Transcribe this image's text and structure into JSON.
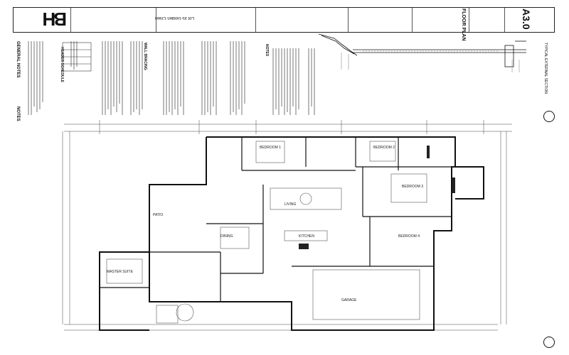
{
  "titleblock": {
    "sheet_title": "FLOOR PLAN",
    "sheet_number": "A3.0",
    "project": "Lot 35 Golden Creek",
    "logo": "BH"
  },
  "notes": {
    "general_heading": "GENERAL NOTES",
    "notes_heading": "NOTES",
    "header_schedule": "HEADER SCHEDULE",
    "wall_bracing": "WALL BRACING",
    "detail_note": "NOTES"
  },
  "detail": {
    "label": "TYPICAL EXTERNAL SECTION"
  },
  "rooms": [
    {
      "name": "BEDROOM 1",
      "id": "r1"
    },
    {
      "name": "BEDROOM 2",
      "id": "r2"
    },
    {
      "name": "BEDROOM 3",
      "id": "r3"
    },
    {
      "name": "BEDROOM 4",
      "id": "r4"
    },
    {
      "name": "MASTER SUITE",
      "id": "r5"
    },
    {
      "name": "LIVING",
      "id": "r6"
    },
    {
      "name": "KITCHEN",
      "id": "r7"
    },
    {
      "name": "DINING",
      "id": "r8"
    },
    {
      "name": "GARAGE",
      "id": "r9"
    },
    {
      "name": "PATIO",
      "id": "r10"
    }
  ]
}
